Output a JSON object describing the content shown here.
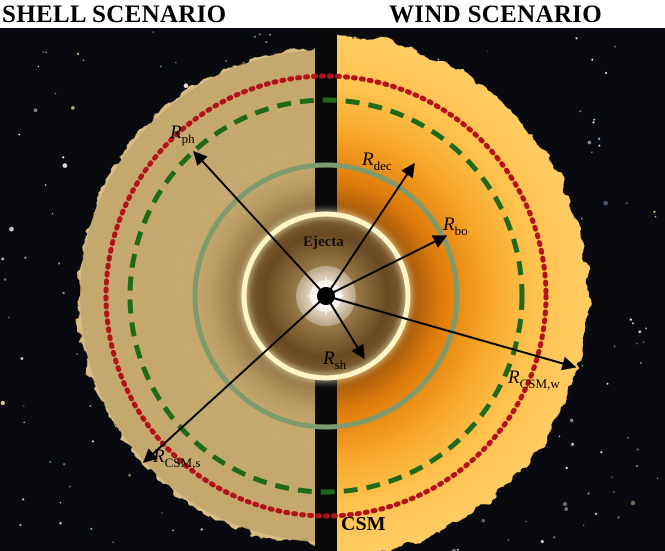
{
  "headings": {
    "left": "SHELL SCENARIO",
    "right": "WIND SCENARIO"
  },
  "labels": {
    "ejecta": "Ejecta",
    "csm": "CSM",
    "r_ph": {
      "main": "R",
      "sub": "ph"
    },
    "r_dec": {
      "main": "R",
      "sub": "dec"
    },
    "r_bo": {
      "main": "R",
      "sub": "bo"
    },
    "r_sh": {
      "main": "R",
      "sub": "sh"
    },
    "r_csm_s": {
      "main": "R",
      "sub": "CSM,s"
    },
    "r_csm_w": {
      "main": "R",
      "sub": "CSM,w"
    }
  },
  "colors": {
    "shell_csm": "#d9bd80",
    "wind_csm": "#ffc85a",
    "wind_core": "#f49a1a",
    "photosphere_ring": "#b3111b",
    "deceleration_ring": "#1f6a1a",
    "breakout_ring": "#7e9b6e",
    "shock_ring": "#fff6c8",
    "background": "#090a10",
    "divider": "#0a0a0a"
  }
}
